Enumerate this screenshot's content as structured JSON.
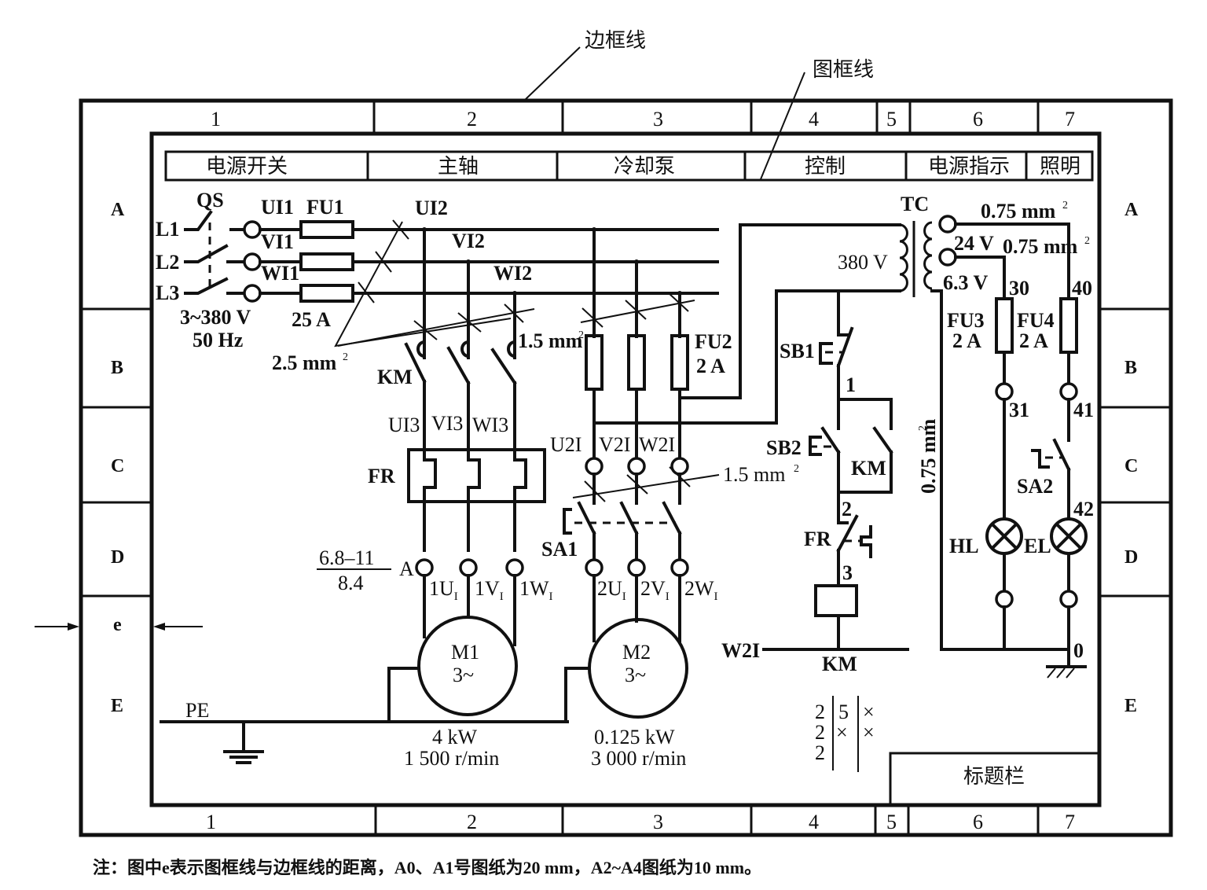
{
  "callouts": {
    "border_line": "边框线",
    "frame_line": "图框线"
  },
  "columns": [
    "1",
    "2",
    "3",
    "4",
    "5",
    "6",
    "7"
  ],
  "rows": [
    "A",
    "B",
    "C",
    "D",
    "E"
  ],
  "margin_label": "e",
  "function_bar": [
    "电源开关",
    "主轴",
    "冷却泵",
    "控制",
    "电源指示",
    "照明"
  ],
  "title_block": "标题栏",
  "power": {
    "switch": "QS",
    "phases": [
      "L1",
      "L2",
      "L3"
    ],
    "supply": "3~380 V",
    "frequency": "50 Hz",
    "wire_tags_1": [
      "UI1",
      "VI1",
      "WI1"
    ],
    "fuse1": "FU1",
    "fuse1_rating": "25 A",
    "wire_tags_2": [
      "UI2",
      "VI2",
      "WI2"
    ],
    "cross_section_main": "2.5 mm",
    "sup2": "2"
  },
  "spindle": {
    "contactor": "KM",
    "wire_tags_3": [
      "UI3",
      "VI3",
      "WI3"
    ],
    "cross_section": "1.5 mm",
    "overload": "FR",
    "setting_top": "6.8–11",
    "setting_bottom": "8.4",
    "setting_unit": "A",
    "terminals": [
      {
        "base": "1U",
        "sub": "I"
      },
      {
        "base": "1V",
        "sub": "I"
      },
      {
        "base": "1W",
        "sub": "I"
      }
    ],
    "motor": "M1",
    "motor_phase": "3~",
    "power": "4 kW",
    "speed": "1 500 r/min",
    "pe": "PE"
  },
  "coolant": {
    "fuse": "FU2",
    "fuse_rating": "2 A",
    "wire_tags": [
      "U2I",
      "V2I",
      "W2I"
    ],
    "cross_section": "1.5 mm",
    "switch": "SA1",
    "terminals": [
      {
        "base": "2U",
        "sub": "I"
      },
      {
        "base": "2V",
        "sub": "I"
      },
      {
        "base": "2W",
        "sub": "I"
      }
    ],
    "motor": "M2",
    "motor_phase": "3~",
    "power": "0.125 kW",
    "speed": "3 000 r/min"
  },
  "control": {
    "transformer": "TC",
    "primary": "380 V",
    "stop_button": "SB1",
    "start_button": "SB2",
    "aux_contact": "KM",
    "overload_contact": "FR",
    "coil": "KM",
    "coil_feed": "W2I",
    "nodes": [
      "1",
      "2",
      "3"
    ],
    "contact_table": [
      [
        "2",
        "5",
        "×"
      ],
      [
        "2",
        "×",
        "×"
      ],
      [
        "2",
        "",
        ""
      ]
    ]
  },
  "indicator": {
    "secondary_24": "24 V",
    "secondary_63": "6.3 V",
    "cross_section": "0.75 mm",
    "fuse3": "FU3",
    "fuse3_rating": "2 A",
    "fuse4": "FU4",
    "fuse4_rating": "2 A",
    "nodes": [
      "30",
      "31",
      "40",
      "41",
      "42",
      "0"
    ],
    "lamp_power": "HL",
    "lamp_light": "EL",
    "switch": "SA2"
  },
  "note": "注：图中e表示图框线与边框线的距离，A0、A1号图纸为20 mm，A2~A4图纸为10 mm。"
}
